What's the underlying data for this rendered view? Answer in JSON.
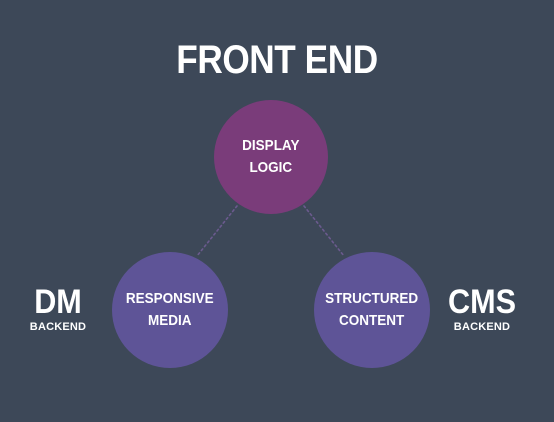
{
  "title": "FRONT END",
  "colors": {
    "background": "#3d4858",
    "front_end_node": "#7a3c7a",
    "backend_node": "#5e5497",
    "connector": "#6b5a8e",
    "text": "#ffffff"
  },
  "nodes": {
    "display_logic": {
      "label": "DISPLAY\nLOGIC"
    },
    "responsive_media": {
      "label": "RESPONSIVE\nMEDIA"
    },
    "structured_content": {
      "label": "STRUCTURED\nCONTENT"
    }
  },
  "side_labels": {
    "dm": {
      "big": "DM",
      "small": "BACKEND"
    },
    "cms": {
      "big": "CMS",
      "small": "BACKEND"
    }
  }
}
